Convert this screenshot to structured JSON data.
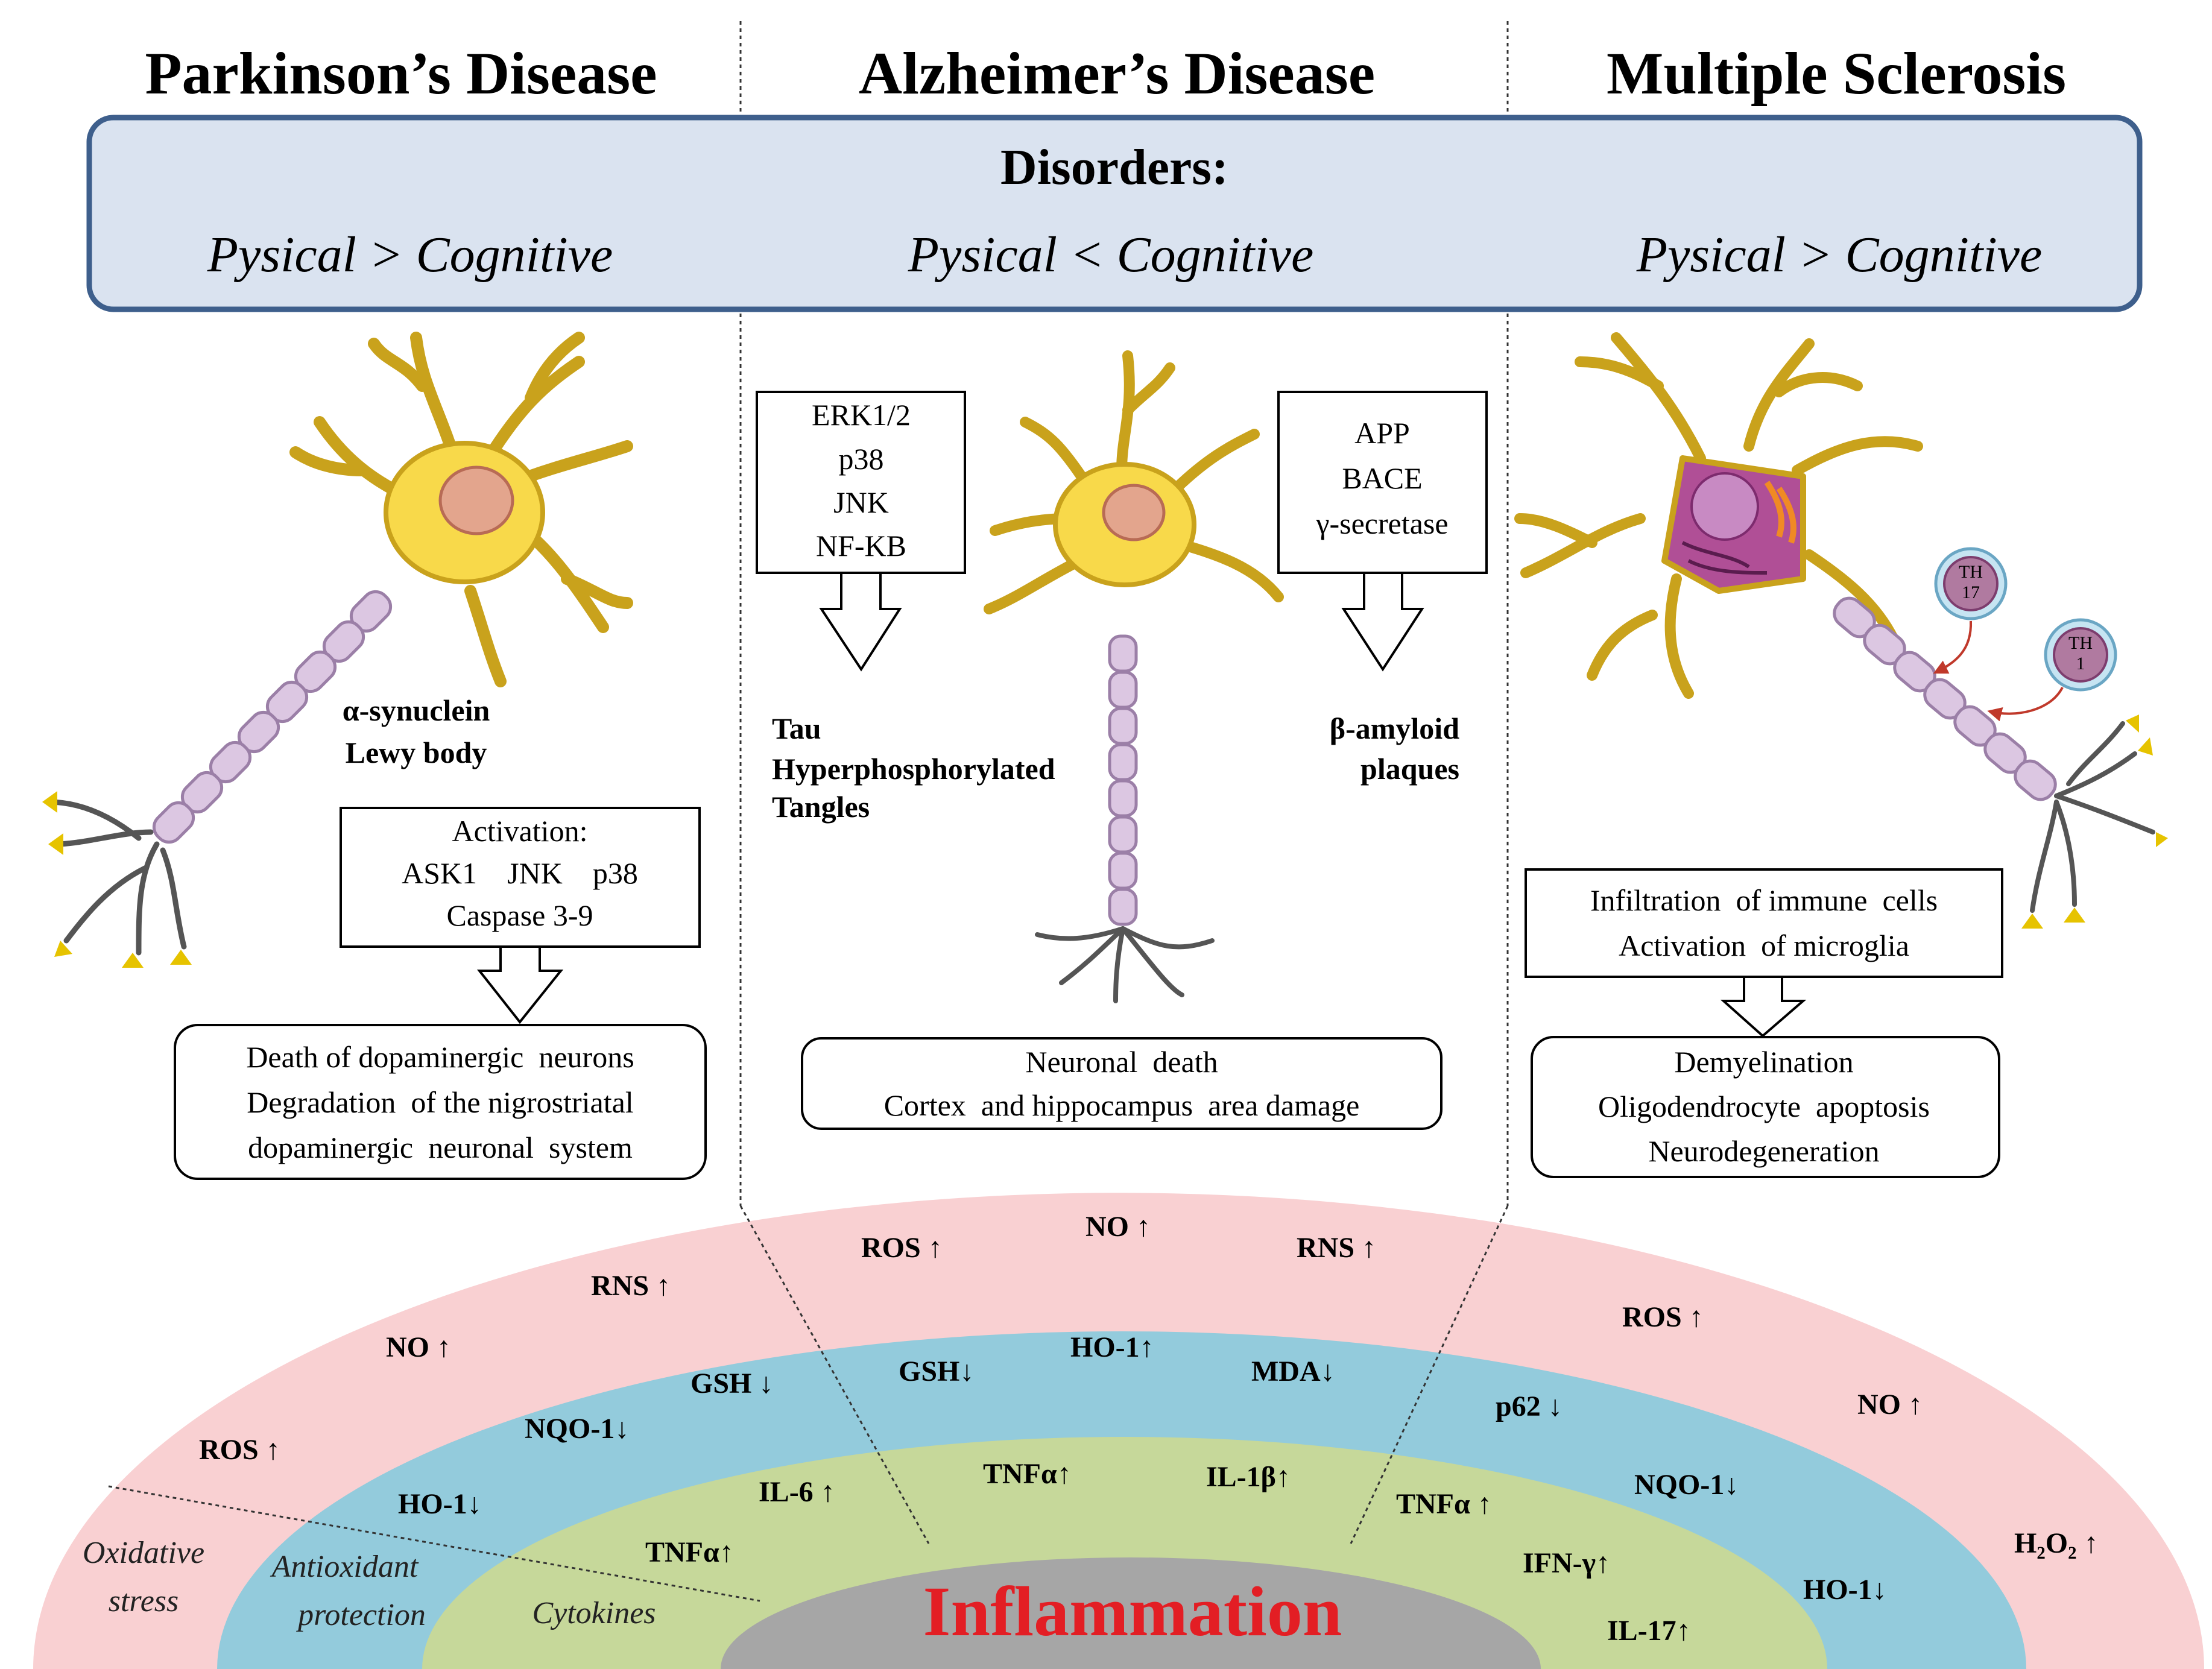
{
  "columns": {
    "parkinson": {
      "title": "Parkinson’s Disease",
      "disorder_text": "Pysical > Cognitive",
      "pathology_lines": [
        "α-synuclein",
        "Lewy body"
      ],
      "activation_lines": [
        "Activation:",
        "ASK1    JNK    p38",
        "Caspase 3-9"
      ],
      "outcome_lines": [
        "Death of dopaminergic  neurons",
        "Degradation  of the nigrostriatal",
        "dopaminergic  neuronal  system"
      ],
      "arc_markers": {
        "oxidative": [
          "RNS",
          "NO",
          "ROS"
        ],
        "antioxidant": [
          "GSH",
          "NQO-1",
          "HO-1"
        ],
        "cytokines": [
          "IL-6",
          "TNFα"
        ]
      }
    },
    "alzheimer": {
      "title": "Alzheimer’s Disease",
      "disorder_text": "Pysical < Cognitive",
      "kinase_lines": [
        "ERK1/2",
        "p38",
        "JNK",
        "NF-KB"
      ],
      "secretase_lines": [
        "APP",
        "BACE",
        "γ-secretase"
      ],
      "tau_lines": [
        "Tau",
        "Hyperphosphorylated",
        "Tangles"
      ],
      "amyloid_lines": [
        "β-amyloid",
        "plaques"
      ],
      "outcome_lines": [
        "Neuronal  death",
        "Cortex  and hippocampus  area damage"
      ],
      "arc_markers": {
        "oxidative": [
          "ROS",
          "NO",
          "RNS"
        ],
        "antioxidant": [
          "GSH",
          "HO-1",
          "MDA"
        ],
        "cytokines": [
          "TNFα",
          "IL-1β"
        ]
      }
    },
    "ms": {
      "title": "Multiple Sclerosis",
      "disorder_text": "Pysical > Cognitive",
      "th_cells": [
        [
          "TH",
          "17"
        ],
        [
          "TH",
          "1"
        ]
      ],
      "immune_lines": [
        "Infiltration  of immune  cells",
        "Activation  of microglia"
      ],
      "outcome_lines": [
        "Demyelination",
        "Oligodendrocyte  apoptosis",
        "Neurodegeneration"
      ],
      "arc_markers": {
        "oxidative": [
          "ROS",
          "NO",
          "H₂O₂"
        ],
        "antioxidant": [
          "p62",
          "NQO-1",
          "HO-1"
        ],
        "cytokines": [
          "TNFα",
          "IFN-γ",
          "IL-17"
        ]
      }
    }
  },
  "disorders_heading": "Disorders:",
  "layer_labels": {
    "oxidative": [
      "Oxidative",
      "stress"
    ],
    "antioxidant": [
      "Antioxidant",
      "protection"
    ],
    "cytokines": "Cytokines"
  },
  "center_label": "Inflammation",
  "arrows": {
    "up": "↑",
    "down": "↓"
  },
  "colors": {
    "oxidative_layer": "#f9d0d2",
    "antioxidant_layer": "#93cbdc",
    "cytokine_layer": "#c6d89a",
    "inflammation_core": "#a6a6a6",
    "inflammation_text": "#e31e24",
    "disorders_box_fill": "#dae3f0",
    "disorders_box_stroke": "#3e5f8c",
    "neuron_body": "#f8d94a",
    "axon_segment": "#dcc7e2",
    "th_cell": "#b07aa0"
  }
}
